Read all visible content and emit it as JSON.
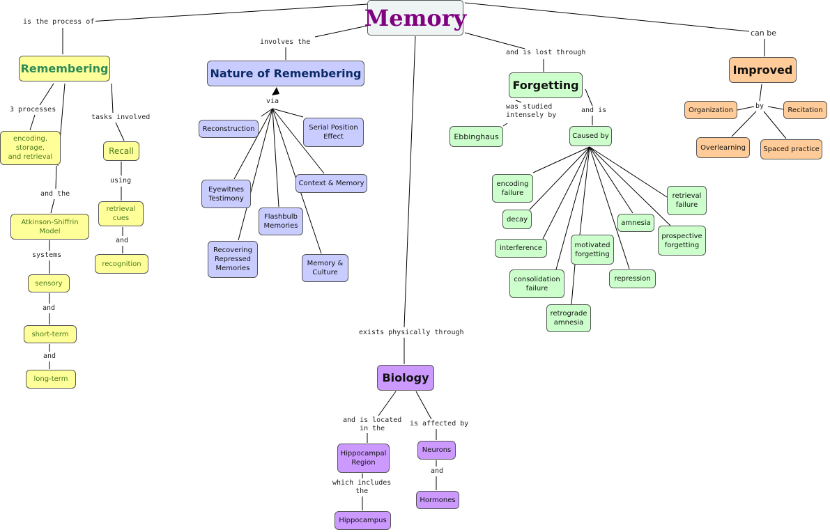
{
  "colors": {
    "line": "#000000",
    "root_fill": "#eef3f3",
    "root_text": "#800080",
    "yellow": "#ffff99",
    "blue": "#c9ccff",
    "green": "#ccffcc",
    "orange": "#ffcc99",
    "purple": "#cc99ff"
  },
  "concepts": {
    "memory": "Memory",
    "remembering": "Remembering",
    "nature": "Nature of Remembering",
    "forgetting": "Forgetting",
    "improved": "Improved",
    "biology": "Biology",
    "encoding": "encoding,\nstorage,\nand retrieval",
    "recall": "Recall",
    "retrieval_cues": "retrieval\ncues",
    "recognition": "recognition",
    "atkinson": "Atkinson-Shiffrin\nModel",
    "sensory": "sensory",
    "short_term": "short-term",
    "long_term": "long-term",
    "reconstruction": "Reconstruction",
    "serial": "Serial Position\nEffect",
    "eyewitness": "Eyewitnes\nTestimony",
    "context": "Context & Memory",
    "flashbulb": "Flashbulb\nMemories",
    "recovering": "Recovering\nRepressed\nMemories",
    "culture": "Memory &\nCulture",
    "ebbinghaus": "Ebbinghaus",
    "caused_by": "Caused by",
    "encoding_failure": "encoding\nfailure",
    "decay": "decay",
    "interference": "interference",
    "consolidation": "consolidation\nfailure",
    "retrograde": "retrograde\namnesia",
    "motivated": "motivated\nforgetting",
    "repression": "repression",
    "amnesia": "amnesia",
    "retrieval_failure": "retrieval\nfailure",
    "prospective": "prospective\nforgetting",
    "organization": "Organization",
    "recitation": "Recitation",
    "overlearning": "Overlearning",
    "spaced": "Spaced practice",
    "hippocampal": "Hippocampal\nRegion",
    "hippocampus": "Hippocampus",
    "neurons": "Neurons",
    "hormones": "Hormones"
  },
  "link_labels": {
    "process_of": "is the process of",
    "involves_the": "involves  the",
    "lost_through": "and is lost through",
    "can_be": "can be",
    "three_processes": "3 processes",
    "tasks_involved": "tasks involved",
    "using": "using",
    "and_recog": "and",
    "and_the": "and the",
    "systems": "systems",
    "and_short": "and",
    "and_long": "and",
    "via": "via",
    "studied": "was studied\nintensely by",
    "and_is": "and is",
    "by": "by",
    "exists": "exists physically through",
    "located": "and is located\nin the",
    "affected": "is affected by",
    "includes": "which includes\nthe",
    "and_hormones": "and"
  }
}
